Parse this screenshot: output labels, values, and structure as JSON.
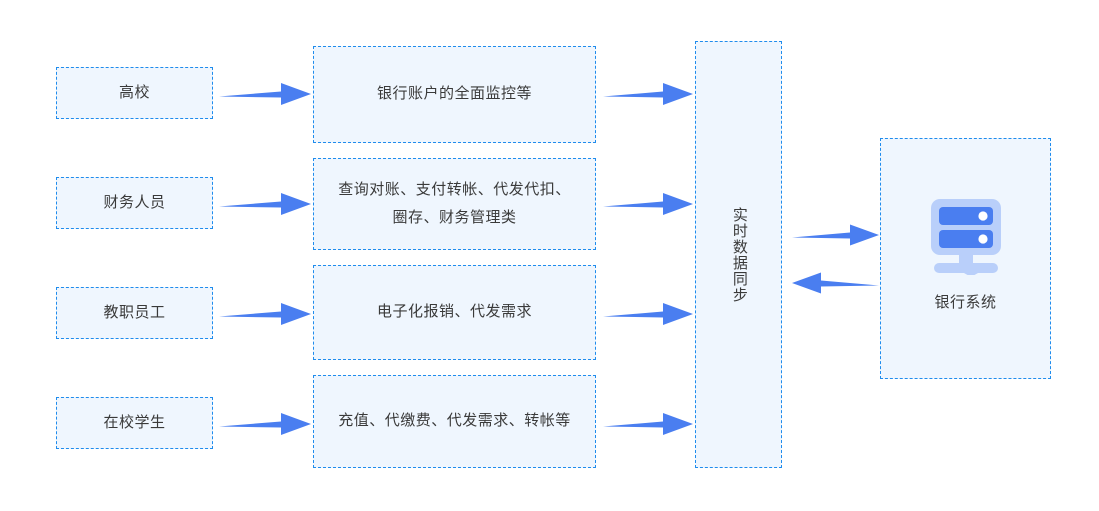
{
  "theme": {
    "background": "#ffffff",
    "node_fill": "#eff6fe",
    "node_border": "#1f8ced",
    "arrow_color": "#4a7ef0",
    "icon_light": "#b9cffa",
    "icon_dark": "#4a7ef0",
    "text_color": "#3a3a3a"
  },
  "actors": [
    {
      "label": "高校"
    },
    {
      "label": "财务人员"
    },
    {
      "label": "教职员工"
    },
    {
      "label": "在校学生"
    }
  ],
  "services": [
    {
      "label": "银行账户的全面监控等"
    },
    {
      "label": "查询对账、支付转帐、代发代扣、\n圈存、财务管理类"
    },
    {
      "label": "电子化报销、代发需求"
    },
    {
      "label": "充值、代缴费、代发需求、转帐等"
    }
  ],
  "sync": {
    "label": "实时数据同步"
  },
  "bank": {
    "label": "银行系统",
    "icon": "server-icon"
  },
  "arrows": {
    "actor_to_service": [
      {
        "name": "arrow-gaoxiao-to-monitoring",
        "direction": "right"
      },
      {
        "name": "arrow-caiwu-to-query",
        "direction": "right"
      },
      {
        "name": "arrow-jiaozhi-to-reimburse",
        "direction": "right"
      },
      {
        "name": "arrow-xuesheng-to-recharge",
        "direction": "right"
      }
    ],
    "service_to_sync": [
      {
        "name": "arrow-monitoring-to-sync",
        "direction": "right"
      },
      {
        "name": "arrow-query-to-sync",
        "direction": "right"
      },
      {
        "name": "arrow-reimburse-to-sync",
        "direction": "right"
      },
      {
        "name": "arrow-recharge-to-sync",
        "direction": "right"
      }
    ],
    "sync_to_bank": {
      "name": "arrow-sync-to-bank",
      "direction": "right"
    },
    "bank_to_sync": {
      "name": "arrow-bank-to-sync",
      "direction": "left"
    }
  }
}
